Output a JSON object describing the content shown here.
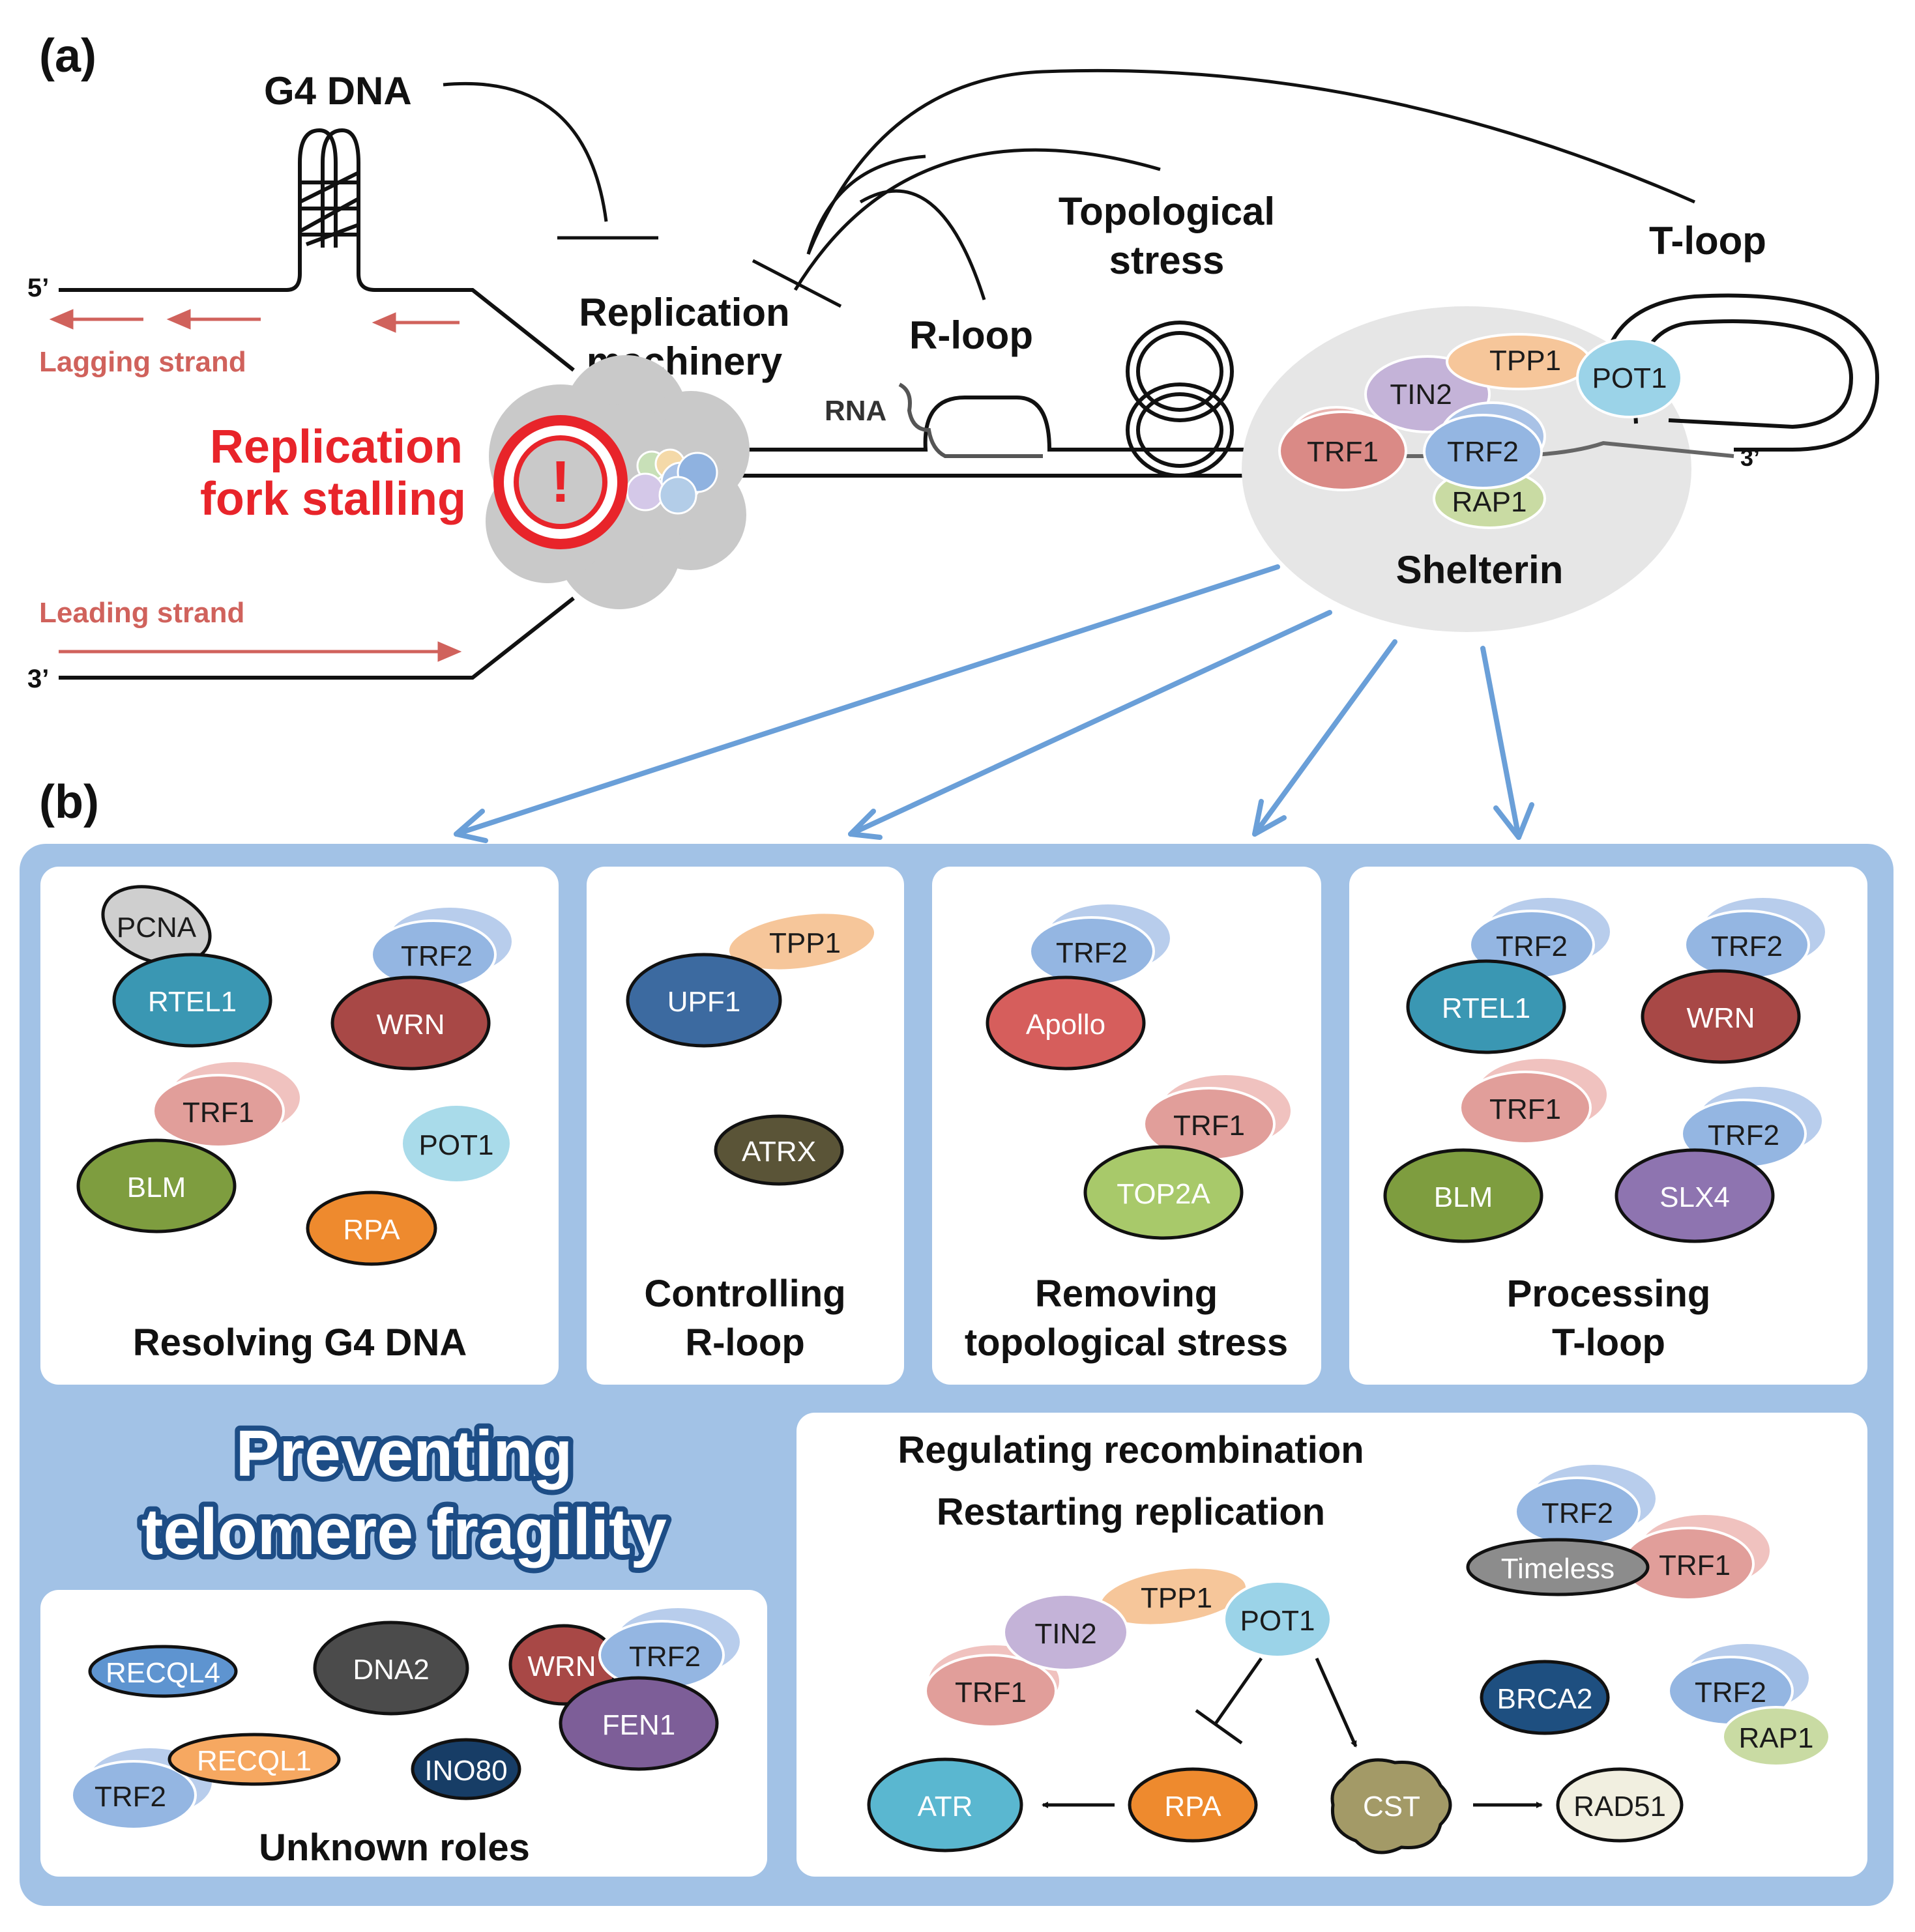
{
  "panel_a": {
    "label": "(a)",
    "g4_dna": "G4 DNA",
    "five_prime": "5’",
    "three_prime": "3’",
    "three_prime_end": "3’",
    "lagging_strand": "Lagging strand",
    "leading_strand": "Leading strand",
    "replication_machinery_line1": "Replication",
    "replication_machinery_line2": "machinery",
    "stalling_line1": "Replication",
    "stalling_line2": "fork stalling",
    "stall_symbol": "!",
    "rna": "RNA",
    "r_loop": "R-loop",
    "topological_line1": "Topological",
    "topological_line2": "stress",
    "t_loop": "T-loop",
    "shelterin": "Shelterin",
    "shelterin_proteins": {
      "tpp1": "TPP1",
      "tin2": "TIN2",
      "pot1": "POT1",
      "trf1": "TRF1",
      "trf2": "TRF2",
      "rap1": "RAP1"
    }
  },
  "panel_b": {
    "label": "(b)",
    "title_line1": "Preventing",
    "title_line2": "telomere fragility",
    "g4_box": {
      "caption": "Resolving G4 DNA",
      "proteins": {
        "pcna": "PCNA",
        "rtel1": "RTEL1",
        "trf2": "TRF2",
        "wrn": "WRN",
        "trf1": "TRF1",
        "blm": "BLM",
        "pot1": "POT1",
        "rpa": "RPA"
      }
    },
    "rloop_box": {
      "caption_line1": "Controlling",
      "caption_line2": "R-loop",
      "proteins": {
        "tpp1": "TPP1",
        "upf1": "UPF1",
        "atrx": "ATRX"
      }
    },
    "topo_box": {
      "caption_line1": "Removing",
      "caption_line2": "topological stress",
      "proteins": {
        "trf2": "TRF2",
        "apollo": "Apollo",
        "trf1": "TRF1",
        "top2a": "TOP2A"
      }
    },
    "tloop_box": {
      "caption_line1": "Processing",
      "caption_line2": "T-loop",
      "proteins": {
        "trf2_a": "TRF2",
        "rtel1": "RTEL1",
        "trf2_b": "TRF2",
        "wrn": "WRN",
        "trf1": "TRF1",
        "blm": "BLM",
        "trf2_c": "TRF2",
        "slx4": "SLX4"
      }
    },
    "unknown_box": {
      "caption": "Unknown  roles",
      "proteins": {
        "recql4": "RECQL4",
        "dna2": "DNA2",
        "wrn": "WRN",
        "trf2_a": "TRF2",
        "fen1": "FEN1",
        "recql1": "RECQL1",
        "trf2_b": "TRF2",
        "ino80": "INO80"
      }
    },
    "recomb_box": {
      "caption_line1": "Regulating recombination",
      "caption_line2": "Restarting replication",
      "proteins": {
        "trf2_a": "TRF2",
        "timeless": "Timeless",
        "trf1_a": "TRF1",
        "tpp1": "TPP1",
        "tin2": "TIN2",
        "pot1": "POT1",
        "trf1_b": "TRF1",
        "brca2": "BRCA2",
        "trf2_b": "TRF2",
        "rap1": "RAP1",
        "atr": "ATR",
        "rpa": "RPA",
        "cst": "CST",
        "rad51": "RAD51"
      }
    }
  },
  "colors": {
    "panel_bg": "#a2c2e6",
    "arrow_blue": "#6a9fd8",
    "strand_red": "#d0625c",
    "stall_red": "#e8242a",
    "title_outline": "#1d4d86"
  }
}
